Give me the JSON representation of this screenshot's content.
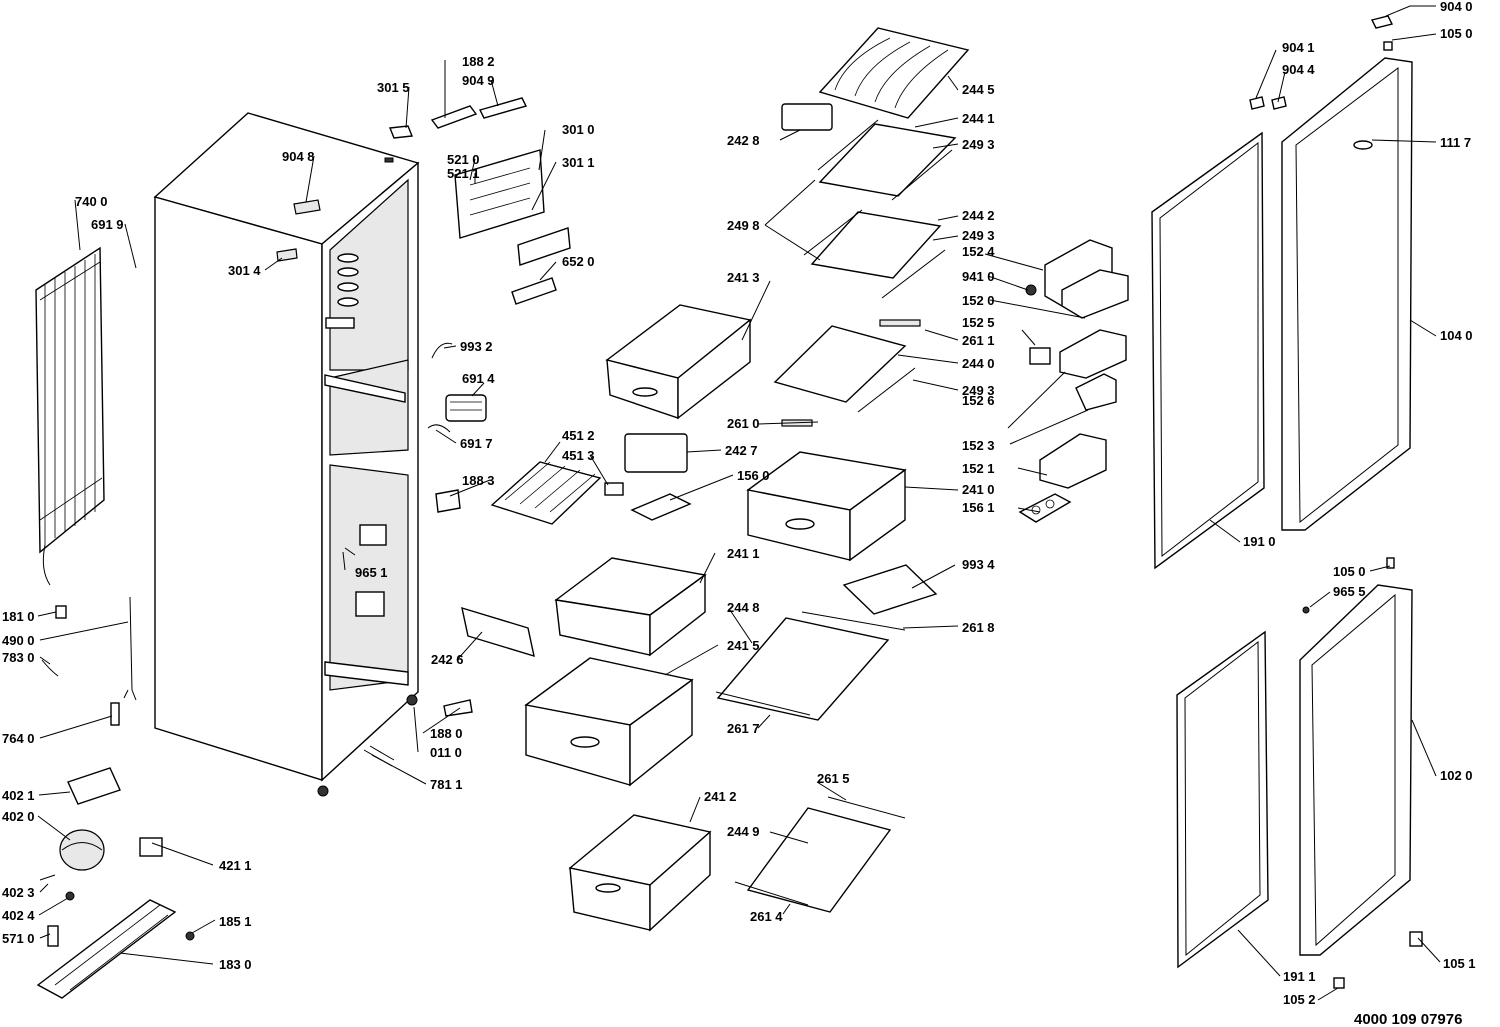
{
  "document_number": "4000 109 07976",
  "callouts": [
    {
      "id": "904-0",
      "text": "904 0"
    },
    {
      "id": "105-0a",
      "text": "105 0"
    },
    {
      "id": "904-1",
      "text": "904 1"
    },
    {
      "id": "904-4",
      "text": "904 4"
    },
    {
      "id": "111-7",
      "text": "111 7"
    },
    {
      "id": "104-0",
      "text": "104 0"
    },
    {
      "id": "191-0",
      "text": "191 0"
    },
    {
      "id": "105-0b",
      "text": "105 0"
    },
    {
      "id": "965-5",
      "text": "965 5"
    },
    {
      "id": "102-0",
      "text": "102 0"
    },
    {
      "id": "105-1",
      "text": "105 1"
    },
    {
      "id": "191-1",
      "text": "191 1"
    },
    {
      "id": "105-2",
      "text": "105 2"
    },
    {
      "id": "244-5",
      "text": "244 5"
    },
    {
      "id": "242-8",
      "text": "242 8"
    },
    {
      "id": "244-1",
      "text": "244 1"
    },
    {
      "id": "249-3a",
      "text": "249 3"
    },
    {
      "id": "249-8",
      "text": "249 8"
    },
    {
      "id": "244-2",
      "text": "244 2"
    },
    {
      "id": "249-3b",
      "text": "249 3"
    },
    {
      "id": "152-4",
      "text": "152 4"
    },
    {
      "id": "941-0",
      "text": "941 0"
    },
    {
      "id": "152-0",
      "text": "152 0"
    },
    {
      "id": "152-5",
      "text": "152 5"
    },
    {
      "id": "261-1",
      "text": "261 1"
    },
    {
      "id": "244-0",
      "text": "244 0"
    },
    {
      "id": "249-3c",
      "text": "249 3"
    },
    {
      "id": "152-6",
      "text": "152 6"
    },
    {
      "id": "152-3",
      "text": "152 3"
    },
    {
      "id": "152-1",
      "text": "152 1"
    },
    {
      "id": "156-1",
      "text": "156 1"
    },
    {
      "id": "993-4",
      "text": "993 4"
    },
    {
      "id": "261-8",
      "text": "261 8"
    },
    {
      "id": "241-3",
      "text": "241 3"
    },
    {
      "id": "261-0",
      "text": "261 0"
    },
    {
      "id": "242-7",
      "text": "242 7"
    },
    {
      "id": "156-0",
      "text": "156 0"
    },
    {
      "id": "241-0",
      "text": "241 0"
    },
    {
      "id": "451-2",
      "text": "451 2"
    },
    {
      "id": "451-3",
      "text": "451 3"
    },
    {
      "id": "241-1",
      "text": "241 1"
    },
    {
      "id": "244-8",
      "text": "244 8"
    },
    {
      "id": "241-5",
      "text": "241 5"
    },
    {
      "id": "261-7",
      "text": "261 7"
    },
    {
      "id": "242-6",
      "text": "242 6"
    },
    {
      "id": "241-2",
      "text": "241 2"
    },
    {
      "id": "261-5",
      "text": "261 5"
    },
    {
      "id": "244-9",
      "text": "244 9"
    },
    {
      "id": "261-4",
      "text": "261 4"
    },
    {
      "id": "188-2",
      "text": "188 2"
    },
    {
      "id": "904-9",
      "text": "904 9"
    },
    {
      "id": "301-5",
      "text": "301 5"
    },
    {
      "id": "301-0",
      "text": "301 0"
    },
    {
      "id": "521-0",
      "text": "521 0"
    },
    {
      "id": "521-1",
      "text": "521 1"
    },
    {
      "id": "301-1",
      "text": "301 1"
    },
    {
      "id": "904-8",
      "text": "904 8"
    },
    {
      "id": "652-0",
      "text": "652 0"
    },
    {
      "id": "301-4",
      "text": "301 4"
    },
    {
      "id": "993-2",
      "text": "993 2"
    },
    {
      "id": "691-4",
      "text": "691 4"
    },
    {
      "id": "691-7",
      "text": "691 7"
    },
    {
      "id": "188-3",
      "text": "188 3"
    },
    {
      "id": "965-1",
      "text": "965 1"
    },
    {
      "id": "188-0",
      "text": "188 0"
    },
    {
      "id": "011-0",
      "text": "011 0"
    },
    {
      "id": "781-1",
      "text": "781 1"
    },
    {
      "id": "740-0",
      "text": "740 0"
    },
    {
      "id": "691-9",
      "text": "691 9"
    },
    {
      "id": "181-0",
      "text": "181 0"
    },
    {
      "id": "490-0",
      "text": "490 0"
    },
    {
      "id": "783-0",
      "text": "783 0"
    },
    {
      "id": "764-0",
      "text": "764 0"
    },
    {
      "id": "402-1",
      "text": "402 1"
    },
    {
      "id": "402-0",
      "text": "402 0"
    },
    {
      "id": "421-1",
      "text": "421 1"
    },
    {
      "id": "402-3",
      "text": "402 3"
    },
    {
      "id": "402-4",
      "text": "402 4"
    },
    {
      "id": "185-1",
      "text": "185 1"
    },
    {
      "id": "571-0",
      "text": "571 0"
    },
    {
      "id": "183-0",
      "text": "183 0"
    }
  ]
}
